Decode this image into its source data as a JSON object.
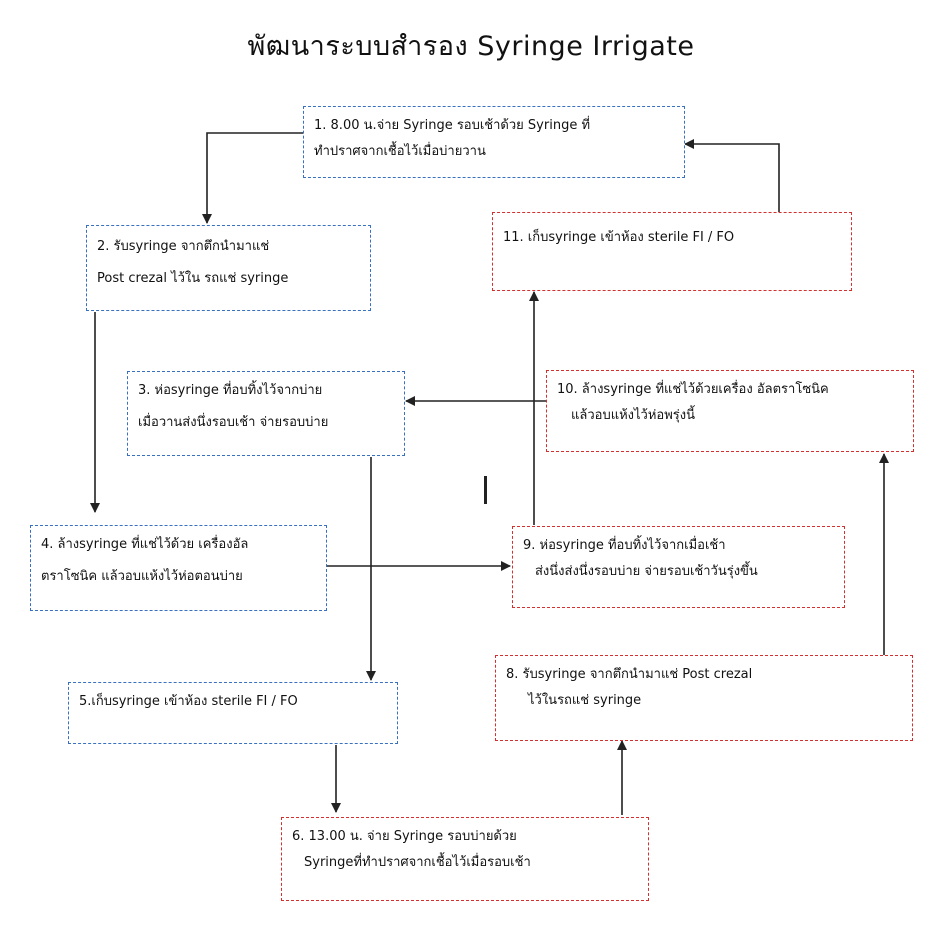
{
  "title": "พัฒนาระบบสำรอง Syringe Irrigate",
  "steps": {
    "s1": {
      "line1": "1. 8.00 น.จ่าย Syringe รอบเช้าด้วย Syringe ที่",
      "line2": "ทำปราศจากเชื้อไว้เมื่อบ่ายวาน"
    },
    "s2": {
      "line1": "2. รับsyringe จากตึกนำมาแช่",
      "line2": "Post crezal ไว้ใน รถแช่ syringe"
    },
    "s3": {
      "line1": "3. ห่อsyringe ที่อบทิ้งไว้จากบ่าย",
      "line2": "เมื่อวานส่งนึ่งรอบเช้า จ่ายรอบบ่าย"
    },
    "s4": {
      "line1": "4. ล้างsyringe ที่แช่ไว้ด้วย เครื่องอัล",
      "line2": "ตราโซนิค แล้วอบแห้งไว้ห่อตอนบ่าย"
    },
    "s5": {
      "line1": "5.เก็บsyringe เข้าห้อง sterile FI / FO"
    },
    "s6": {
      "line1": "6. 13.00 น. จ่าย Syringe รอบบ่ายด้วย",
      "line2": "Syringeที่ทำปราศจากเชื้อไว้เมื่อรอบเช้า"
    },
    "s8": {
      "line1": "8. รับsyringe จากตึกนำมาแช่ Post crezal",
      "line2": "ไว้ในรถแช่ syringe"
    },
    "s9": {
      "line1": "9. ห่อsyringe ที่อบทิ้งไว้จากเมื่อเช้า",
      "line2": "ส่งนึ่งส่งนึ่งรอบบ่าย จ่ายรอบเช้าวันรุ่งขึ้น"
    },
    "s10": {
      "line1": "10. ล้างsyringe ที่แช่ไว้ด้วยเครื่อง อัลตราโซนิค",
      "line2": "แล้วอบแห้งไว้ห่อพรุ่งนี้"
    },
    "s11": {
      "line1": "11. เก็บsyringe เข้าห้อง sterile FI / FO"
    }
  },
  "colors": {
    "blue_border": "#3a70c0",
    "red_border": "#d33030",
    "arrow": "#222222"
  }
}
